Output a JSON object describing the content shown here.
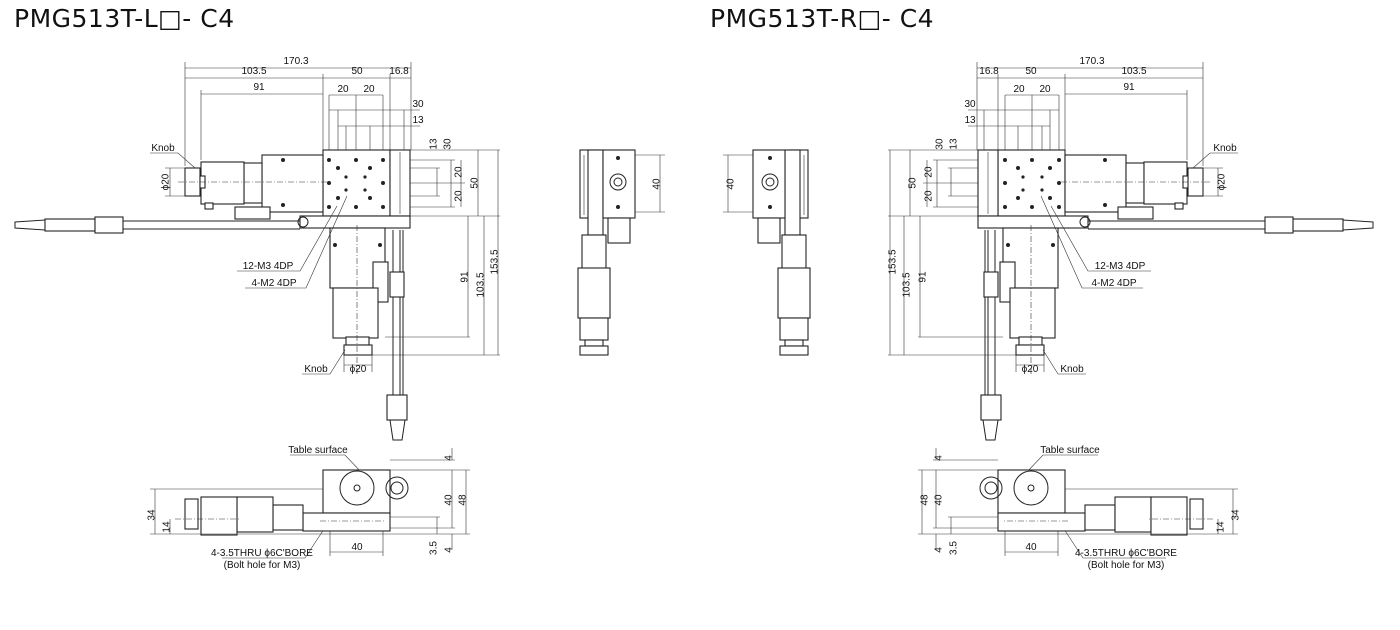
{
  "titles": {
    "left": "PMG513T-L□- C4",
    "right": "PMG513T-R□- C4"
  },
  "left_view": {
    "dims": {
      "overall_width": "170.3",
      "motor_side": "103.5",
      "table_width": "50",
      "rail_offset": "16.8",
      "motor_length": "91",
      "hole_pitch_x1": "20",
      "hole_pitch_x2": "20",
      "hole_span_30": "30",
      "hole_span_13": "13",
      "v13": "13",
      "v30": "30",
      "v20a": "20",
      "v20b": "20",
      "v50": "50",
      "v91": "91",
      "v103": "103.5",
      "v153": "153.5",
      "knob_dia_side": "ϕ20",
      "knob_dia_bottom": "ϕ20",
      "side_40": "40",
      "f4_top": "4",
      "f40": "40",
      "f48": "48",
      "f3_5": "3.5",
      "f4_bottom": "4",
      "f34": "34",
      "f14": "14",
      "f40_h": "40"
    },
    "labels": {
      "knob_side": "Knob",
      "knob_bottom": "Knob",
      "m3_holes": "12-M3 4DP",
      "m2_holes": "4-M2 4DP",
      "table_surface": "Table surface",
      "bolt_holes": "4-3.5THRU ϕ6C'BORE",
      "bolt_note": "(Bolt hole for M3)"
    }
  },
  "right_view": {
    "dims": {
      "overall_width": "170.3",
      "motor_side": "103.5",
      "table_width": "50",
      "rail_offset": "16.8",
      "motor_length": "91",
      "hole_pitch_x1": "20",
      "hole_pitch_x2": "20",
      "hole_span_30": "30",
      "hole_span_13": "13",
      "v13": "13",
      "v30": "30",
      "v20a": "20",
      "v20b": "20",
      "v50": "50",
      "v91": "91",
      "v103": "103.5",
      "v153": "153.5",
      "knob_dia_side": "ϕ20",
      "knob_dia_bottom": "ϕ20",
      "side_40": "40",
      "f4_top": "4",
      "f40": "40",
      "f48": "48",
      "f3_5": "3.5",
      "f4_bottom": "4",
      "f34": "34",
      "f14": "14",
      "f40_h": "40"
    },
    "labels": {
      "knob_side": "Knob",
      "knob_bottom": "Knob",
      "m3_holes": "12-M3 4DP",
      "m2_holes": "4-M2 4DP",
      "table_surface": "Table surface",
      "bolt_holes": "4-3.5THRU ϕ6C'BORE",
      "bolt_note": "(Bolt hole for M3)"
    }
  }
}
